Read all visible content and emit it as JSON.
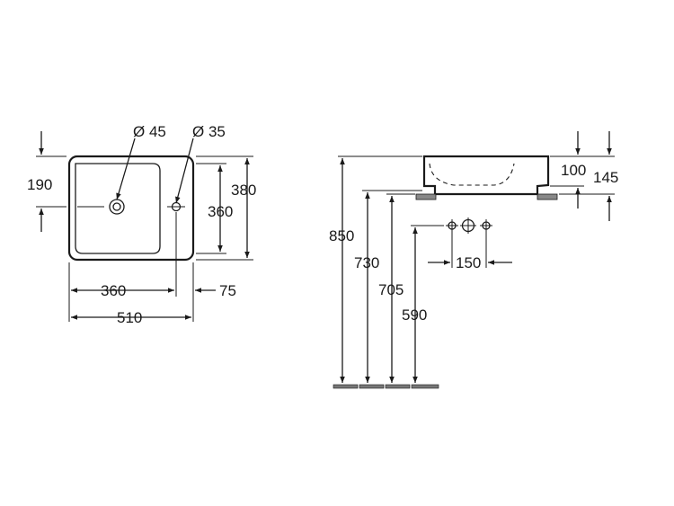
{
  "top_view": {
    "dimensions": {
      "tap_hole_diameter": "Ø 45",
      "overflow_diameter": "Ø 35",
      "center_from_top": "190",
      "basin_inner_depth": "360",
      "outer_depth": "380",
      "basin_width": "360",
      "side_width": "75",
      "overall_width": "510"
    }
  },
  "side_view": {
    "dimensions": {
      "bowl_height": "100",
      "total_height": "145",
      "rim_height": "850",
      "height_730": "730",
      "height_705": "705",
      "height_590": "590",
      "tap_spacing": "150"
    }
  }
}
